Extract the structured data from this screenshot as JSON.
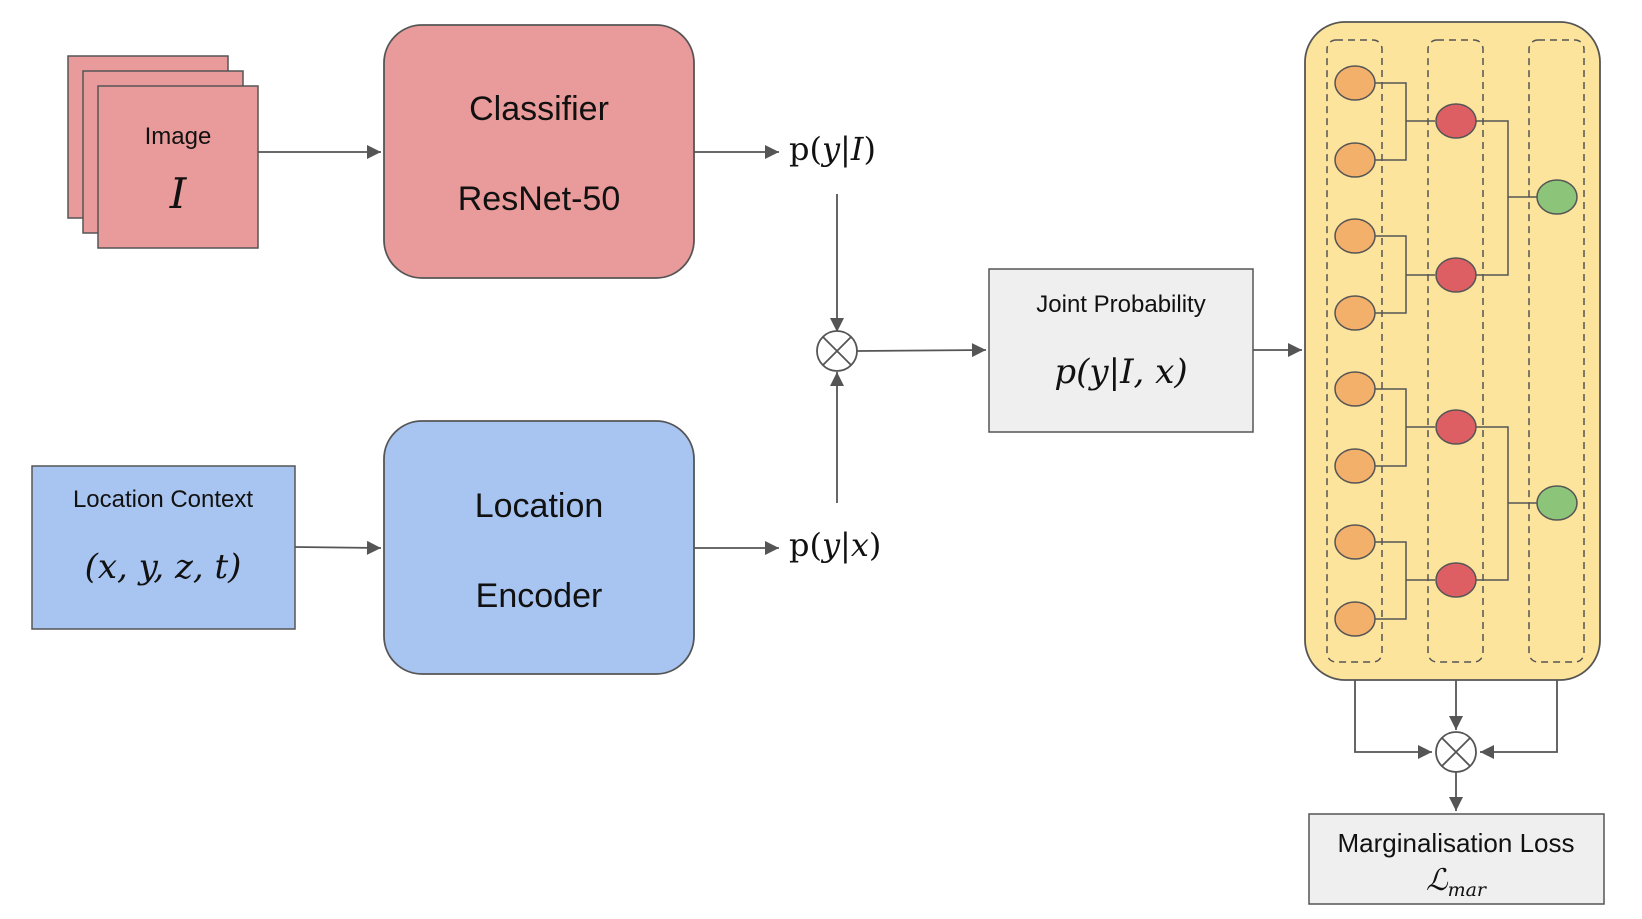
{
  "image_input": {
    "label": "Image",
    "symbol": "I"
  },
  "classifier": {
    "line1": "Classifier",
    "line2": "ResNet-50"
  },
  "p_y_given_I": {
    "prefix": "p(",
    "var": "y",
    "sep": "|",
    "cond": "I",
    "suffix": ")"
  },
  "location_context": {
    "label": "Location Context",
    "formula": "(x, y, z, t)"
  },
  "location_encoder": {
    "line1": "Location",
    "line2": "Encoder"
  },
  "p_y_given_x": {
    "prefix": "p(",
    "var": "y",
    "sep": "|",
    "cond": "x",
    "suffix": ")"
  },
  "joint_probability": {
    "label": "Joint Probability",
    "formula": "p(y|I, x)"
  },
  "marginalisation": {
    "label": "Marginalisation Loss",
    "symbol": "ℒ",
    "subscript": "mar"
  },
  "colors": {
    "classifier_red": "#e99a9a",
    "encoder_blue": "#a8c4f0",
    "joint_gray": "#efefef",
    "tree_yellow": "#fde49c",
    "node_orange": "#f2b06a",
    "node_red": "#dd5f63",
    "node_green": "#8cc47a"
  },
  "icons": {
    "multiply": "circle-times-icon"
  }
}
